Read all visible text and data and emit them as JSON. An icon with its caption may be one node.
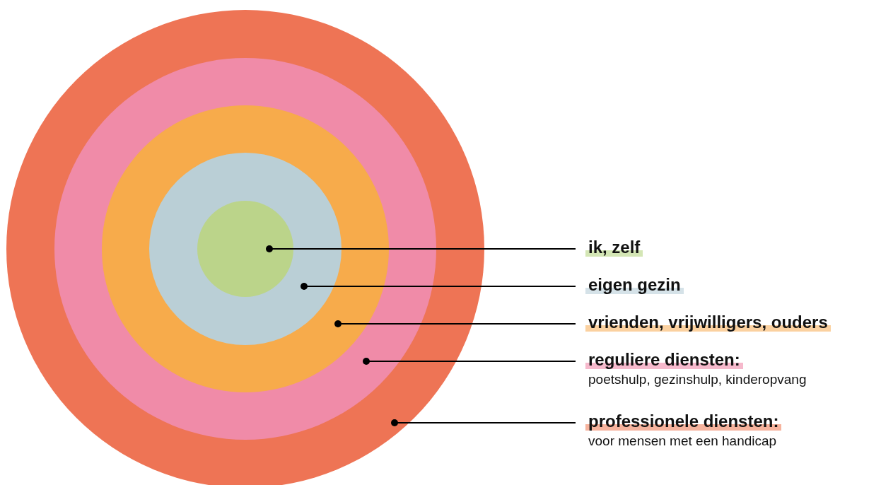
{
  "diagram": {
    "nodes": [
      {
        "text": [],
        "shape": "circle"
      },
      {
        "text": [],
        "shape": "circle",
        "in": 0
      },
      {
        "text": [],
        "shape": "circle",
        "in": 1
      },
      {
        "text": [],
        "shape": "circle",
        "in": 2
      },
      {
        "text": [],
        "shape": "circle",
        "in": 3
      },
      {
        "text": [
          "ik, zelf"
        ]
      },
      {
        "text": [
          "eigen gezin"
        ]
      },
      {
        "text": [
          "vrienden, vrijwilligers, ouders"
        ]
      },
      {
        "text": [
          "reguliere diensten:",
          "poetshulp, gezinshulp, kinderopvang"
        ]
      },
      {
        "text": [
          "professionele diensten:",
          "voor mensen met een handicap"
        ]
      }
    ],
    "edges": [
      {
        "from": 5,
        "to": 4,
        "arrow": "other"
      },
      {
        "from": 6,
        "to": 3,
        "arrow": "other"
      },
      {
        "from": 7,
        "to": 2,
        "arrow": "other"
      },
      {
        "from": 8,
        "to": 1,
        "arrow": "other"
      },
      {
        "from": 9,
        "to": 0,
        "arrow": "other"
      }
    ]
  }
}
